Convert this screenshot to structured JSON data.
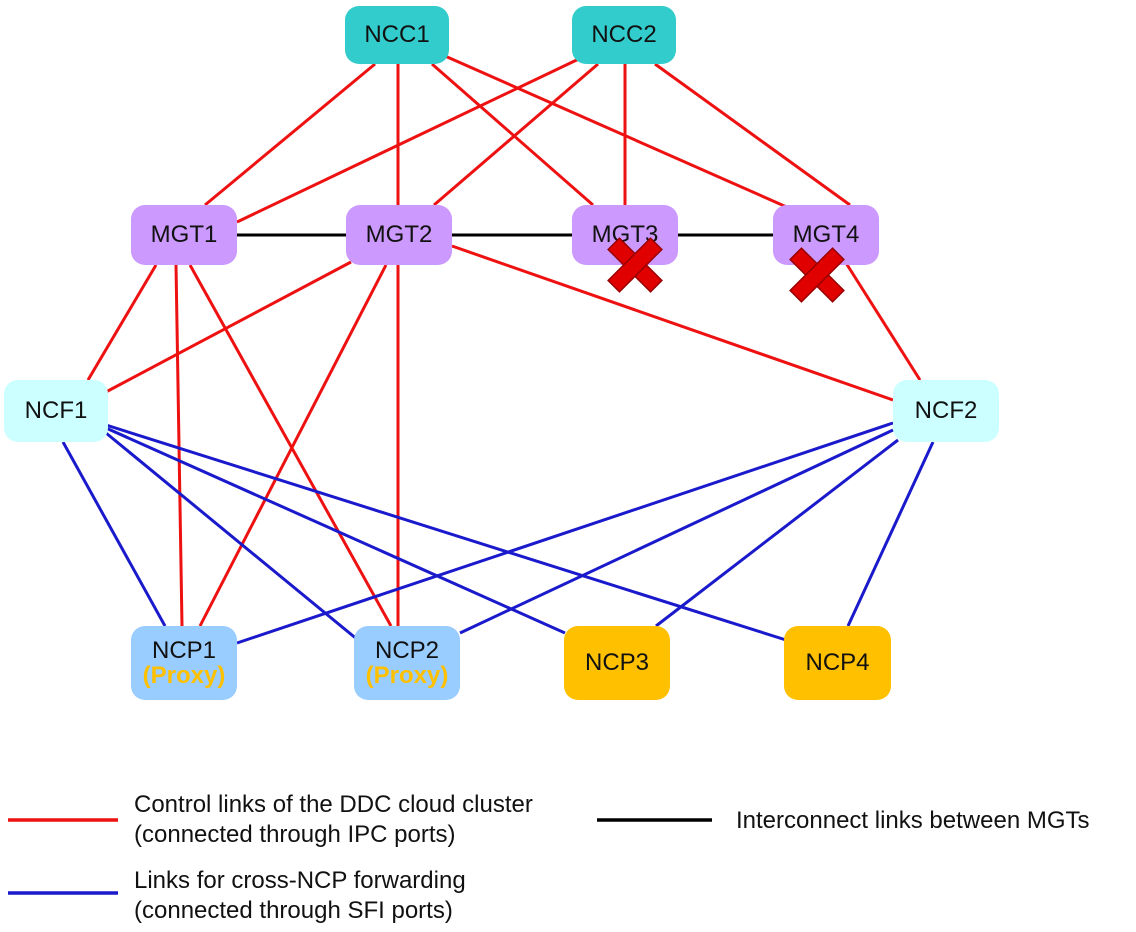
{
  "nodes": {
    "ncc1": {
      "label": "NCC1"
    },
    "ncc2": {
      "label": "NCC2"
    },
    "mgt1": {
      "label": "MGT1"
    },
    "mgt2": {
      "label": "MGT2"
    },
    "mgt3": {
      "label": "MGT3"
    },
    "mgt4": {
      "label": "MGT4"
    },
    "ncf1": {
      "label": "NCF1"
    },
    "ncf2": {
      "label": "NCF2"
    },
    "ncp1": {
      "label": "NCP1",
      "sub": "(Proxy)"
    },
    "ncp2": {
      "label": "NCP2",
      "sub": "(Proxy)"
    },
    "ncp3": {
      "label": "NCP3"
    },
    "ncp4": {
      "label": "NCP4"
    }
  },
  "failed_nodes": [
    "MGT3",
    "MGT4"
  ],
  "legend": {
    "control": {
      "line1": "Control links of the DDC cloud cluster",
      "line2": "(connected through IPC ports)",
      "color": "#ee1111"
    },
    "interconnect": {
      "line1": "Interconnect links between MGTs",
      "color": "#000000"
    },
    "forwarding": {
      "line1": "Links for cross-NCP forwarding",
      "line2": "(connected through SFI ports)",
      "color": "#1a1acc"
    }
  },
  "colors": {
    "ncc": "#33cccc",
    "mgt": "#cc99ff",
    "ncf": "#ccffff",
    "ncp_proxy": "#99ccff",
    "ncp": "#ffc000",
    "proxy_text": "#ffc000",
    "fail_mark": "#e00000"
  },
  "links": {
    "control": [
      [
        "NCC1",
        "MGT1"
      ],
      [
        "NCC1",
        "MGT2"
      ],
      [
        "NCC1",
        "MGT3"
      ],
      [
        "NCC1",
        "MGT4"
      ],
      [
        "NCC2",
        "MGT1"
      ],
      [
        "NCC2",
        "MGT2"
      ],
      [
        "NCC2",
        "MGT3"
      ],
      [
        "NCC2",
        "MGT4"
      ],
      [
        "MGT1",
        "NCF1"
      ],
      [
        "MGT1",
        "NCP1"
      ],
      [
        "MGT1",
        "NCP2"
      ],
      [
        "MGT2",
        "NCF1"
      ],
      [
        "MGT2",
        "NCP1"
      ],
      [
        "MGT2",
        "NCP2"
      ],
      [
        "MGT2",
        "NCF2"
      ],
      [
        "MGT4",
        "NCF2"
      ]
    ],
    "interconnect": [
      [
        "MGT1",
        "MGT2"
      ],
      [
        "MGT2",
        "MGT3"
      ],
      [
        "MGT3",
        "MGT4"
      ]
    ],
    "forwarding": [
      [
        "NCF1",
        "NCP1"
      ],
      [
        "NCF1",
        "NCP2"
      ],
      [
        "NCF1",
        "NCP3"
      ],
      [
        "NCF1",
        "NCP4"
      ],
      [
        "NCF2",
        "NCP1"
      ],
      [
        "NCF2",
        "NCP2"
      ],
      [
        "NCF2",
        "NCP3"
      ],
      [
        "NCF2",
        "NCP4"
      ]
    ]
  }
}
